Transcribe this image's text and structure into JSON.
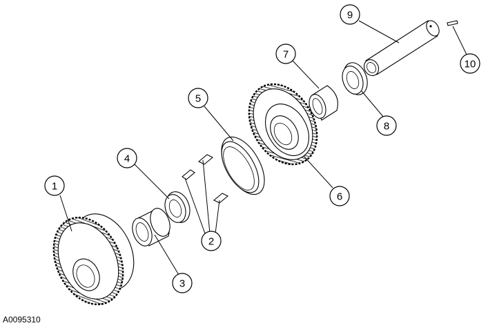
{
  "figure_id": "A0095310",
  "callouts": [
    {
      "label": "1"
    },
    {
      "label": "2"
    },
    {
      "label": "3"
    },
    {
      "label": "4"
    },
    {
      "label": "5"
    },
    {
      "label": "6"
    },
    {
      "label": "7"
    },
    {
      "label": "8"
    },
    {
      "label": "9"
    },
    {
      "label": "10"
    }
  ]
}
